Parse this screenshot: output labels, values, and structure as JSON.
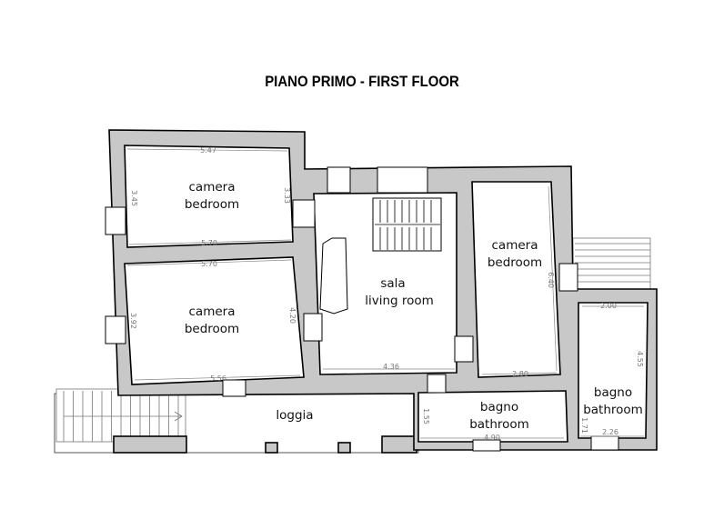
{
  "title": "PIANO PRIMO - FIRST FLOOR",
  "rooms": {
    "bedroom_top_left": {
      "it": "camera",
      "en": "bedroom",
      "dims": [
        "5.47",
        "3.45",
        "3.33",
        "5.70"
      ]
    },
    "bedroom_bottom_left": {
      "it": "camera",
      "en": "bedroom",
      "dims": [
        "5.70",
        "3.92",
        "4.20",
        "5.56"
      ]
    },
    "living": {
      "it": "sala",
      "en": "living room",
      "dims": [
        "4.36"
      ]
    },
    "bedroom_right": {
      "it": "camera",
      "en": "bedroom",
      "dims": [
        "6.40",
        "2.80"
      ]
    },
    "loggia": {
      "it": "loggia"
    },
    "bathroom_bottom": {
      "it": "bagno",
      "en": "bathroom",
      "dims": [
        "1.55",
        "4.90"
      ]
    },
    "bathroom_right": {
      "it": "bagno",
      "en": "bathroom",
      "dims": [
        "2.00",
        "4.55",
        "1.71",
        "2.26"
      ]
    }
  },
  "colors": {
    "wall": "#c8c8c8",
    "outline": "#000000"
  }
}
